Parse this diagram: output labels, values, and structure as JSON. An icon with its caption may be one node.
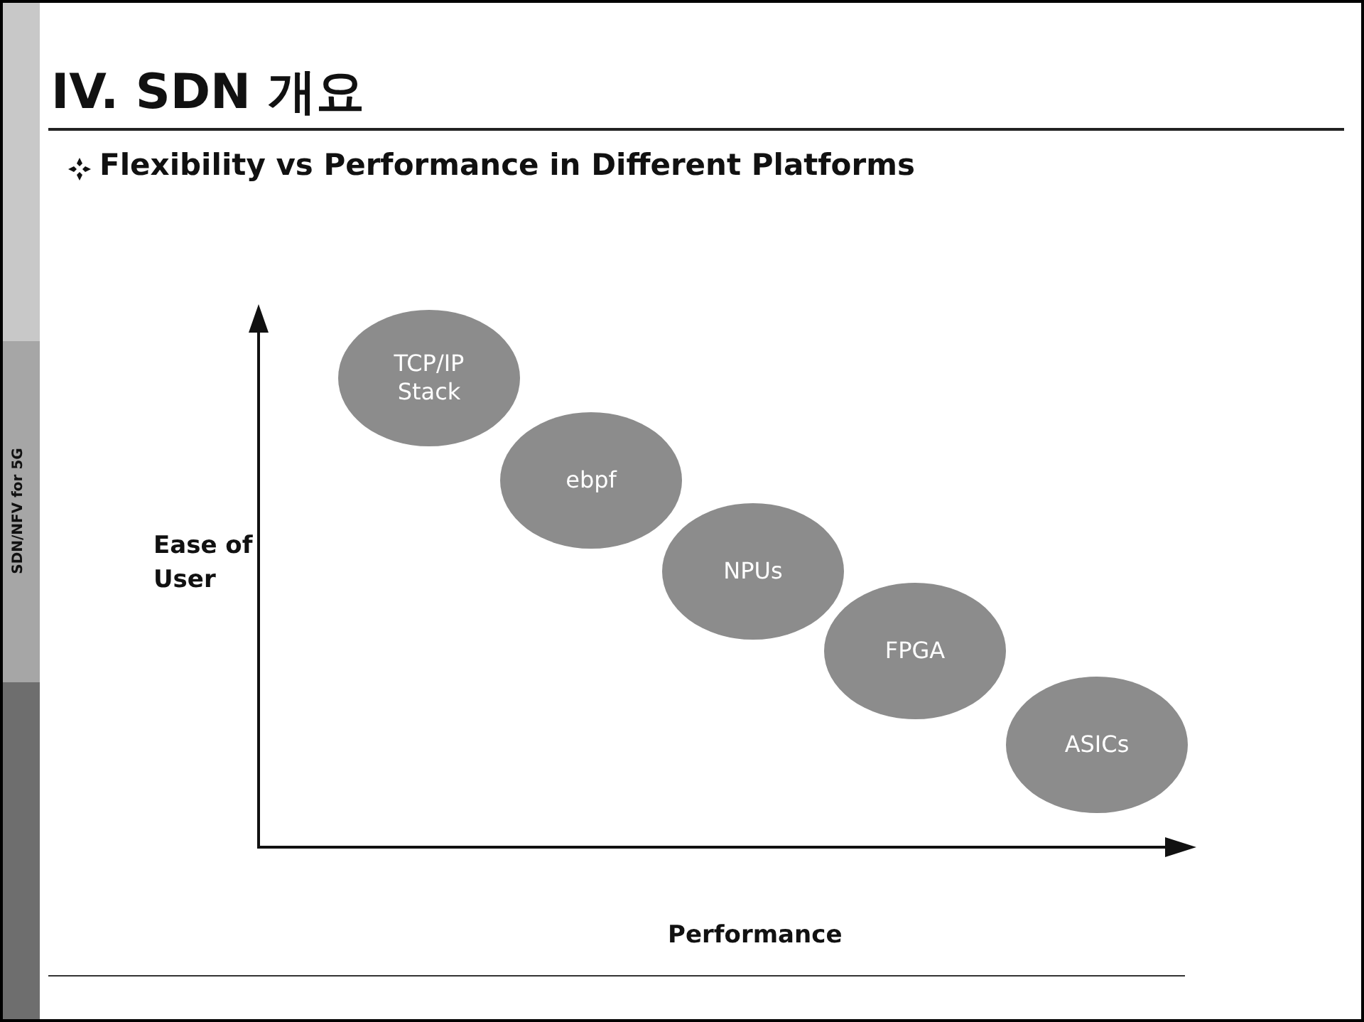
{
  "diagram": {
    "title": "IV. SDN 개요",
    "nodes": [
      {
        "text": [
          "TCP/IP Stack"
        ]
      },
      {
        "text": [
          "ebpf"
        ]
      },
      {
        "text": [
          "NPUs"
        ]
      },
      {
        "text": [
          "FPGA"
        ]
      },
      {
        "text": [
          "ASICs"
        ]
      }
    ],
    "edges": [],
    "labels": [
      "Flexibility vs Performance in Different Platforms",
      "Ease of User",
      "Performance",
      "SDN/NFV for 5G"
    ]
  }
}
